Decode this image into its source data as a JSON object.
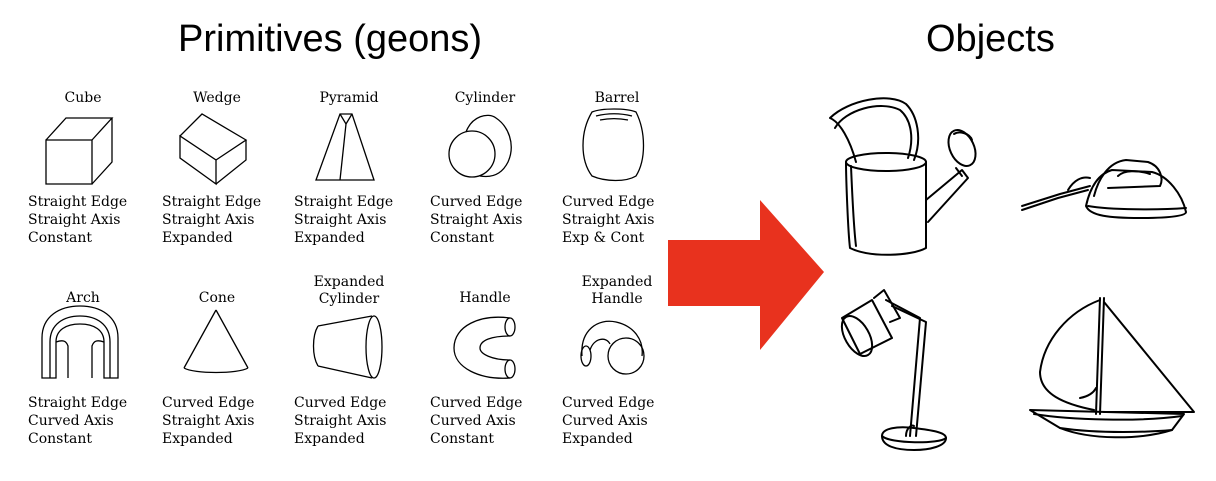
{
  "titles": {
    "primitives": "Primitives (geons)",
    "objects": "Objects"
  },
  "geons": [
    {
      "name": [
        "Cube"
      ],
      "props": [
        "Straight Edge",
        "Straight Axis",
        "Constant"
      ],
      "icon": "cube-icon"
    },
    {
      "name": [
        "Wedge"
      ],
      "props": [
        "Straight Edge",
        "Straight Axis",
        "Expanded"
      ],
      "icon": "wedge-icon"
    },
    {
      "name": [
        "Pyramid"
      ],
      "props": [
        "Straight Edge",
        "Straight Axis",
        "Expanded"
      ],
      "icon": "pyramid-icon"
    },
    {
      "name": [
        "Cylinder"
      ],
      "props": [
        "Curved Edge",
        "Straight Axis",
        "Constant"
      ],
      "icon": "cylinder-icon"
    },
    {
      "name": [
        "Barrel"
      ],
      "props": [
        "Curved Edge",
        "Straight Axis",
        "Exp & Cont"
      ],
      "icon": "barrel-icon"
    },
    {
      "name": [
        "Arch"
      ],
      "props": [
        "Straight Edge",
        "Curved Axis",
        "Constant"
      ],
      "icon": "arch-icon"
    },
    {
      "name": [
        "Cone"
      ],
      "props": [
        "Curved Edge",
        "Straight Axis",
        "Expanded"
      ],
      "icon": "cone-icon"
    },
    {
      "name": [
        "Expanded",
        "Cylinder"
      ],
      "props": [
        "Curved Edge",
        "Straight Axis",
        "Expanded"
      ],
      "icon": "expanded-cylinder-icon"
    },
    {
      "name": [
        "Handle"
      ],
      "props": [
        "Curved Edge",
        "Curved Axis",
        "Constant"
      ],
      "icon": "handle-icon"
    },
    {
      "name": [
        "Expanded",
        "Handle"
      ],
      "props": [
        "Curved Edge",
        "Curved Axis",
        "Expanded"
      ],
      "icon": "expanded-handle-icon"
    }
  ],
  "arrow": {
    "color": "#e8321e"
  },
  "objects": [
    "watering-can-icon",
    "iron-icon",
    "desk-lamp-icon",
    "sailboat-icon"
  ]
}
